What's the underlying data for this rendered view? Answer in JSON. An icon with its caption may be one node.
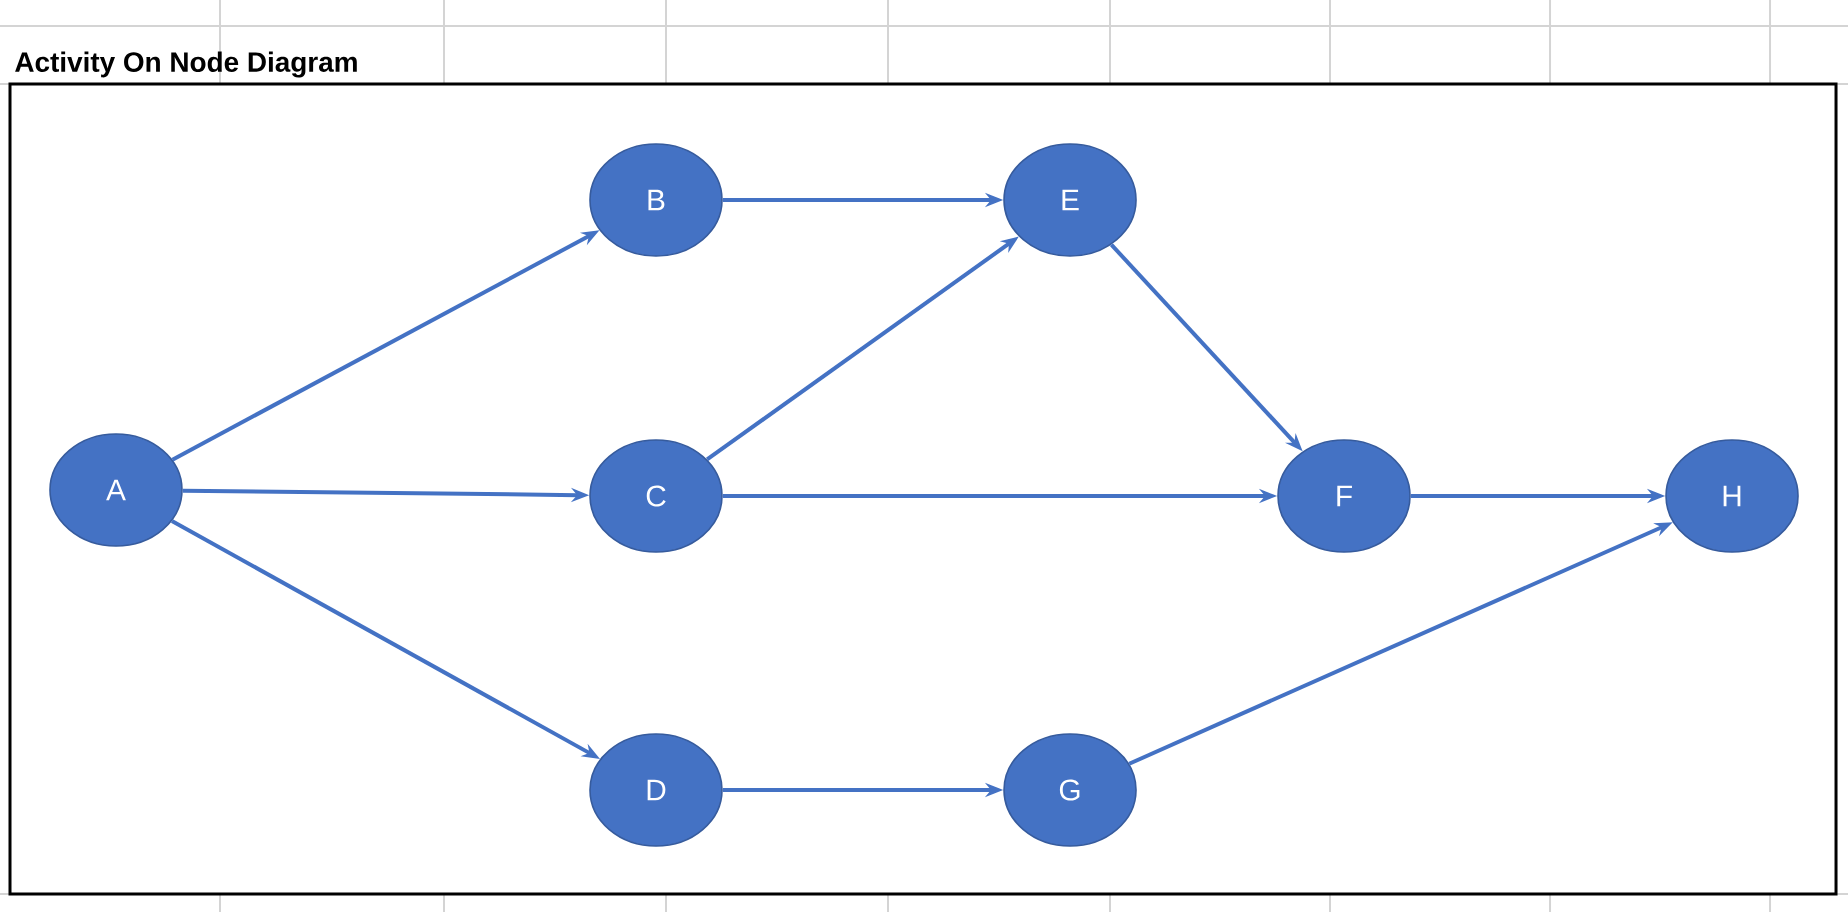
{
  "diagram": {
    "title": "Activity On Node Diagram",
    "nodes": [
      {
        "text": [
          "A"
        ]
      },
      {
        "text": [
          "B"
        ]
      },
      {
        "text": [
          "C"
        ]
      },
      {
        "text": [
          "D"
        ]
      },
      {
        "text": [
          "E"
        ]
      },
      {
        "text": [
          "F"
        ]
      },
      {
        "text": [
          "G"
        ]
      },
      {
        "text": [
          "H"
        ]
      }
    ],
    "edges": [
      {
        "from": 0,
        "to": 1,
        "arrow": "to"
      },
      {
        "from": 0,
        "to": 2,
        "arrow": "to"
      },
      {
        "from": 0,
        "to": 3,
        "arrow": "to"
      },
      {
        "from": 1,
        "to": 4,
        "arrow": "to"
      },
      {
        "from": 2,
        "to": 4,
        "arrow": "to"
      },
      {
        "from": 2,
        "to": 5,
        "arrow": "to"
      },
      {
        "from": 4,
        "to": 5,
        "arrow": "to"
      },
      {
        "from": 3,
        "to": 6,
        "arrow": "to"
      },
      {
        "from": 5,
        "to": 7,
        "arrow": "to"
      },
      {
        "from": 6,
        "to": 7,
        "arrow": "to"
      }
    ]
  }
}
